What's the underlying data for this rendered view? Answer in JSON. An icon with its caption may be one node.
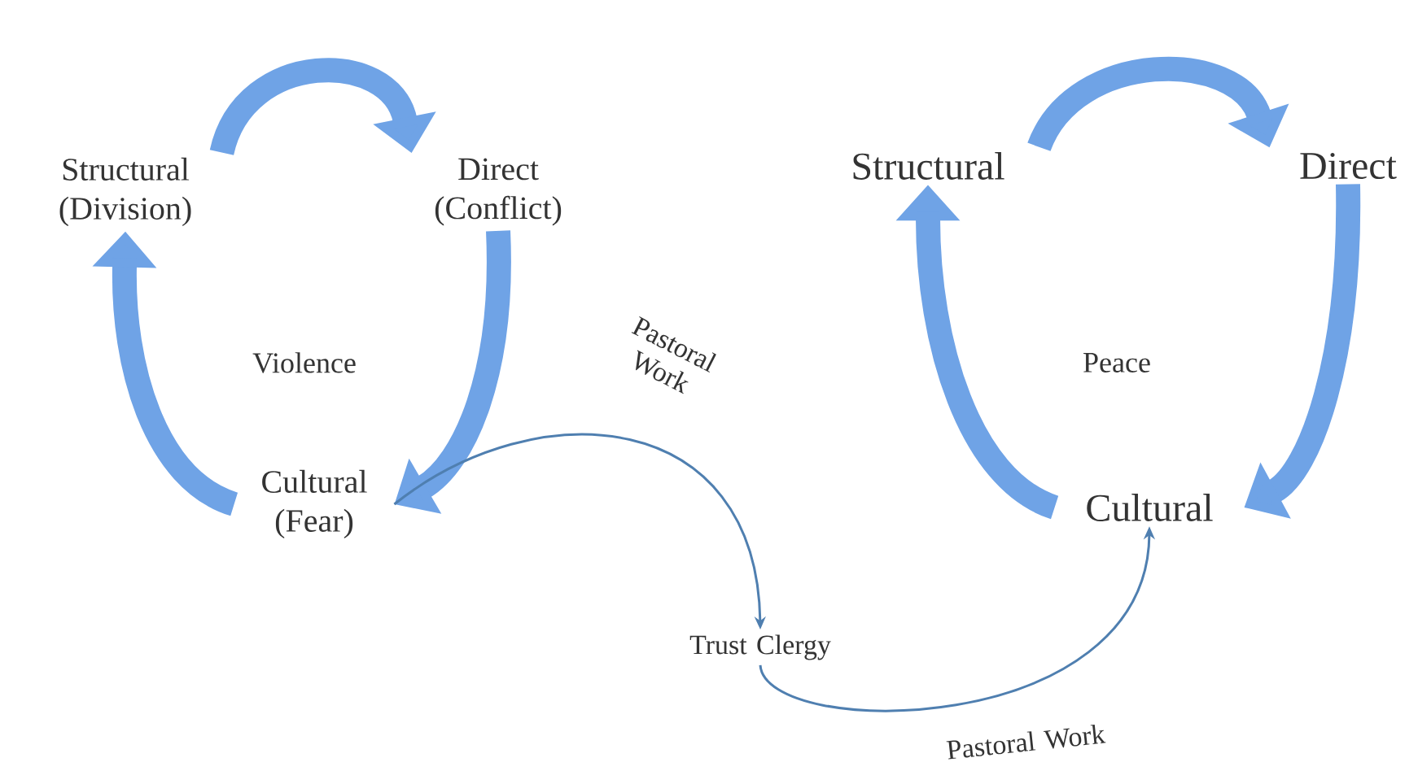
{
  "diagram": {
    "nodes": [
      {
        "text": [
          "Structural (Division)"
        ]
      },
      {
        "text": [
          "Direct (Conflict)"
        ]
      },
      {
        "text": [
          "Cultural (Fear)"
        ]
      },
      {
        "text": [
          "Trust Clergy"
        ]
      },
      {
        "text": [
          "Structural"
        ]
      },
      {
        "text": [
          "Direct"
        ]
      },
      {
        "text": [
          "Cultural"
        ]
      }
    ],
    "edges": [
      {
        "from": 0,
        "to": 1,
        "arrow": "to"
      },
      {
        "from": 1,
        "to": 2,
        "arrow": "to"
      },
      {
        "from": 2,
        "to": 0,
        "arrow": "to"
      },
      {
        "from": 4,
        "to": 5,
        "arrow": "to"
      },
      {
        "from": 5,
        "to": 6,
        "arrow": "to"
      },
      {
        "from": 6,
        "to": 4,
        "arrow": "to"
      },
      {
        "from": 2,
        "to": 3,
        "arrow": "to",
        "label": "Pastoral Work",
        "color": "#4f7fb0"
      },
      {
        "from": 3,
        "to": 6,
        "arrow": "to",
        "label": "Pastoral Work",
        "color": "#4f7fb0"
      }
    ],
    "labels": [
      "Violence",
      "Peace"
    ]
  }
}
